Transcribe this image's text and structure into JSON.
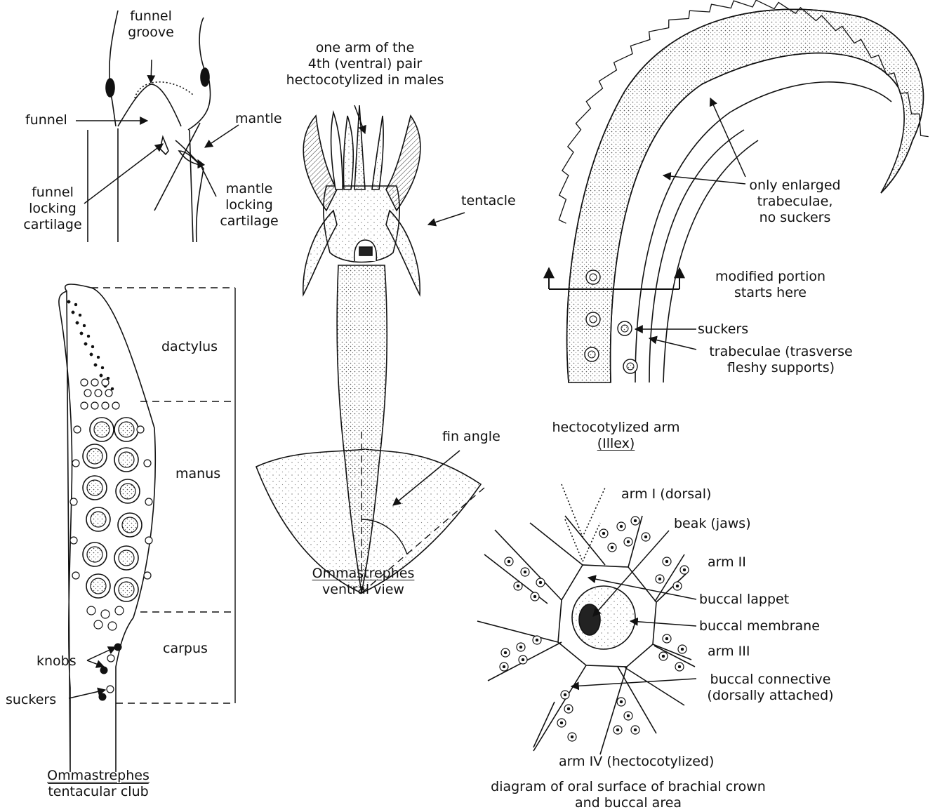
{
  "head": {
    "funnel_groove": [
      "funnel",
      "groove"
    ],
    "funnel": "funnel",
    "mantle": "mantle",
    "funnel_locking": [
      "funnel",
      "locking",
      "cartilage"
    ],
    "mantle_locking": [
      "mantle",
      "locking",
      "cartilage"
    ]
  },
  "whole": {
    "hecto_note": [
      "one arm of the",
      "4th (ventral) pair",
      "hectocotylized in males"
    ],
    "tentacle": "tentacle",
    "fin_angle": "fin angle",
    "caption": [
      "Ommastrephes",
      "ventral view"
    ]
  },
  "club": {
    "dactylus": "dactylus",
    "manus": "manus",
    "carpus": "carpus",
    "knobs": "knobs",
    "suckers": "suckers",
    "caption": [
      "Ommastrephes",
      "tentacular club"
    ]
  },
  "hecto": {
    "trabeculae": [
      "only enlarged",
      "trabeculae,",
      "no suckers"
    ],
    "modified": [
      "modified portion",
      "starts here"
    ],
    "suckers": "suckers",
    "trabeculae_def": [
      "trabeculae (trasverse",
      "fleshy supports)"
    ],
    "caption": "hectocotylized arm",
    "genus": "(Illex)"
  },
  "crown": {
    "arm1": "arm I (dorsal)",
    "beak": "beak (jaws)",
    "arm2": "arm II",
    "lappet": "buccal lappet",
    "membrane": "buccal membrane",
    "arm3": "arm III",
    "connective": [
      "buccal connective",
      "(dorsally attached)"
    ],
    "arm4": "arm IV (hectocotylized)",
    "caption": [
      "diagram of oral surface of brachial crown",
      "and buccal area"
    ]
  },
  "colors": {
    "ink": "#111111",
    "stipple": "#555555",
    "paper": "#ffffff"
  }
}
